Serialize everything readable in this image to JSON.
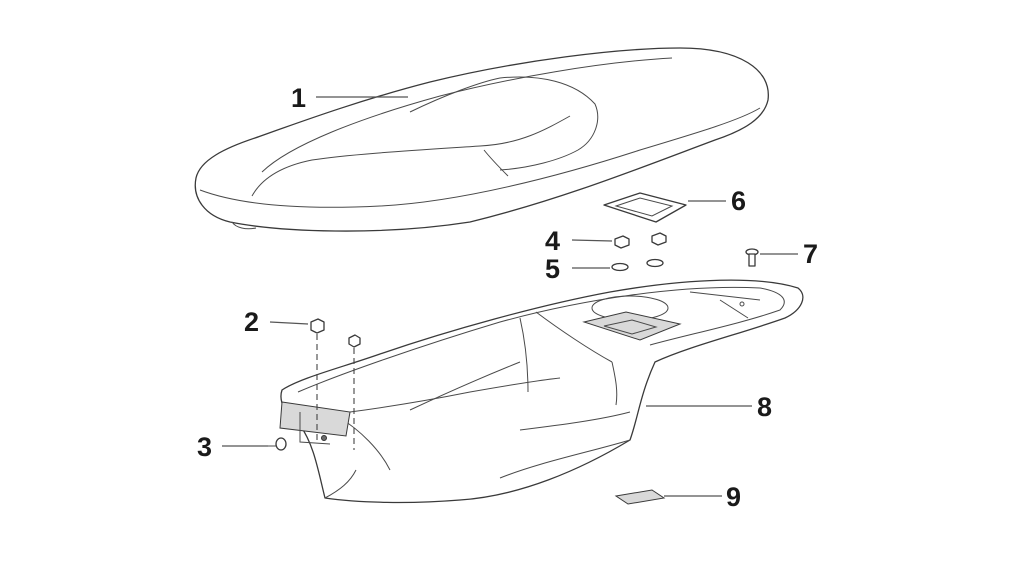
{
  "callouts": [
    {
      "id": "1",
      "label": "1",
      "part": "seat"
    },
    {
      "id": "2",
      "label": "2",
      "part": "flange-bolt"
    },
    {
      "id": "3",
      "label": "3",
      "part": "screw"
    },
    {
      "id": "4",
      "label": "4",
      "part": "nut"
    },
    {
      "id": "5",
      "label": "5",
      "part": "washer"
    },
    {
      "id": "6",
      "label": "6",
      "part": "seat-bracket-plate"
    },
    {
      "id": "7",
      "label": "7",
      "part": "bolt"
    },
    {
      "id": "8",
      "label": "8",
      "part": "storage-box"
    },
    {
      "id": "9",
      "label": "9",
      "part": "rubber-pad"
    }
  ]
}
